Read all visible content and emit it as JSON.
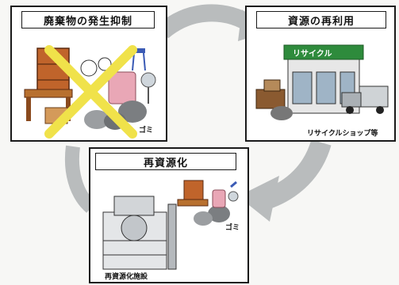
{
  "panels": {
    "reduce": {
      "title": "廃棄物の発生抑制",
      "caption": "ゴミ"
    },
    "reuse": {
      "title": "資源の再利用",
      "sign": "リサイクル",
      "caption": "リサイクルショップ等"
    },
    "recycle": {
      "title": "再資源化",
      "caption_garbage": "ゴミ",
      "caption_facility": "再資源化施設"
    }
  },
  "colors": {
    "cycle_arrow": "#b9bcbd",
    "cross_mark": "#f0e24a",
    "panel_border": "#1a1a1a"
  }
}
